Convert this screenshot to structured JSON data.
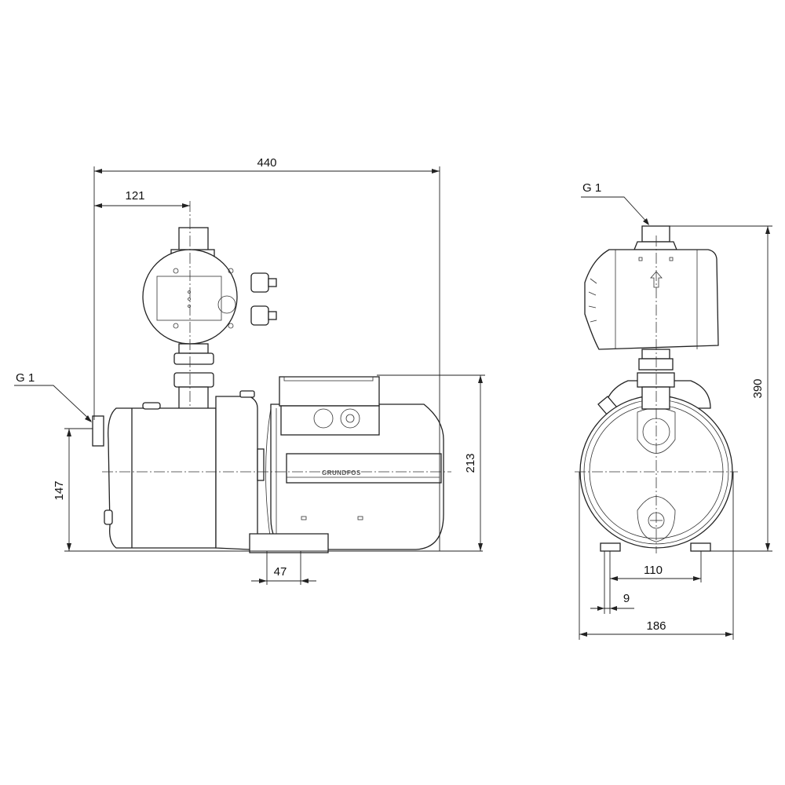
{
  "side_view": {
    "dim_overall_length": "440",
    "dim_inlet_to_controller": "121",
    "dim_inlet_height": "147",
    "dim_motor_height": "213",
    "dim_foot_width": "47",
    "inlet_thread": "G 1",
    "brand_logo": "GRUNDFOS"
  },
  "front_view": {
    "outlet_thread": "G 1",
    "dim_total_height": "390",
    "dim_foot_spacing": "110",
    "dim_foot_slot": "9",
    "dim_overall_width": "186"
  }
}
